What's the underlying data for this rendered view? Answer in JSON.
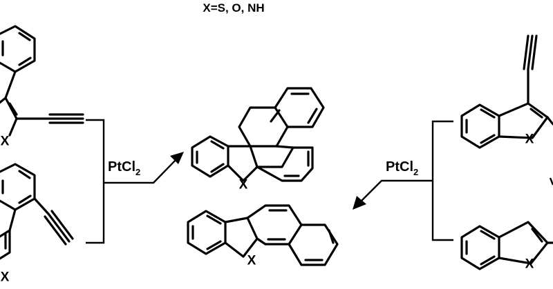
{
  "header": {
    "text": "X=S, O, NH"
  },
  "atom_label": "X",
  "reagents": [
    {
      "main": "PtCl",
      "subscript": "2"
    },
    {
      "main": "PtCl",
      "subscript": "2"
    }
  ],
  "colors": {
    "ink": "#000000",
    "background": "#ffffff"
  }
}
